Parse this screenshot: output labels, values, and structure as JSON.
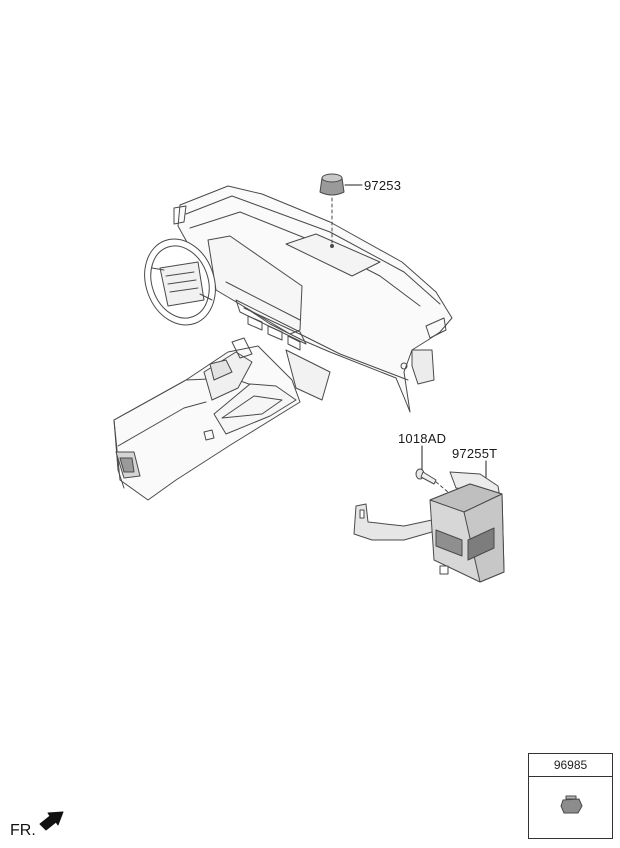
{
  "callouts": {
    "part_97253": "97253",
    "part_1018ad": "1018AD",
    "part_97255t": "97255T"
  },
  "reference_box": {
    "part_number": "96985"
  },
  "orientation": {
    "label": "FR."
  },
  "colors": {
    "line": "#4a4a4a",
    "fill_light": "#f2f2f2",
    "fill_mid": "#d9d9d9",
    "fill_dark": "#8c8c8c"
  }
}
